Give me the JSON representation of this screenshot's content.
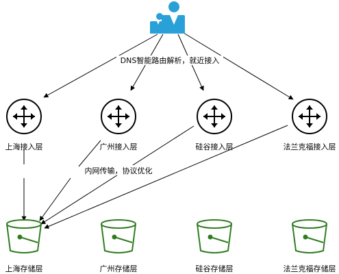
{
  "top_label": "DNS智能路由解析，就近接入",
  "middle_label": "内网传输，协议优化",
  "access_layers": [
    {
      "label": "上海接入层"
    },
    {
      "label": "广州接入层"
    },
    {
      "label": "硅谷接入层"
    },
    {
      "label": "法兰克福接入层"
    }
  ],
  "storage_layers": [
    {
      "label": "上海存储层"
    },
    {
      "label": "广州存储层"
    },
    {
      "label": "硅谷存储层"
    },
    {
      "label": "法兰克福存储层"
    }
  ],
  "icons": {
    "users": "users-icon",
    "router": "router-icon",
    "bucket": "bucket-icon"
  },
  "colors": {
    "users": "#2aa0d8",
    "router_stroke": "#000000",
    "bucket_stroke": "#2d7d1f",
    "line": "#000000"
  }
}
